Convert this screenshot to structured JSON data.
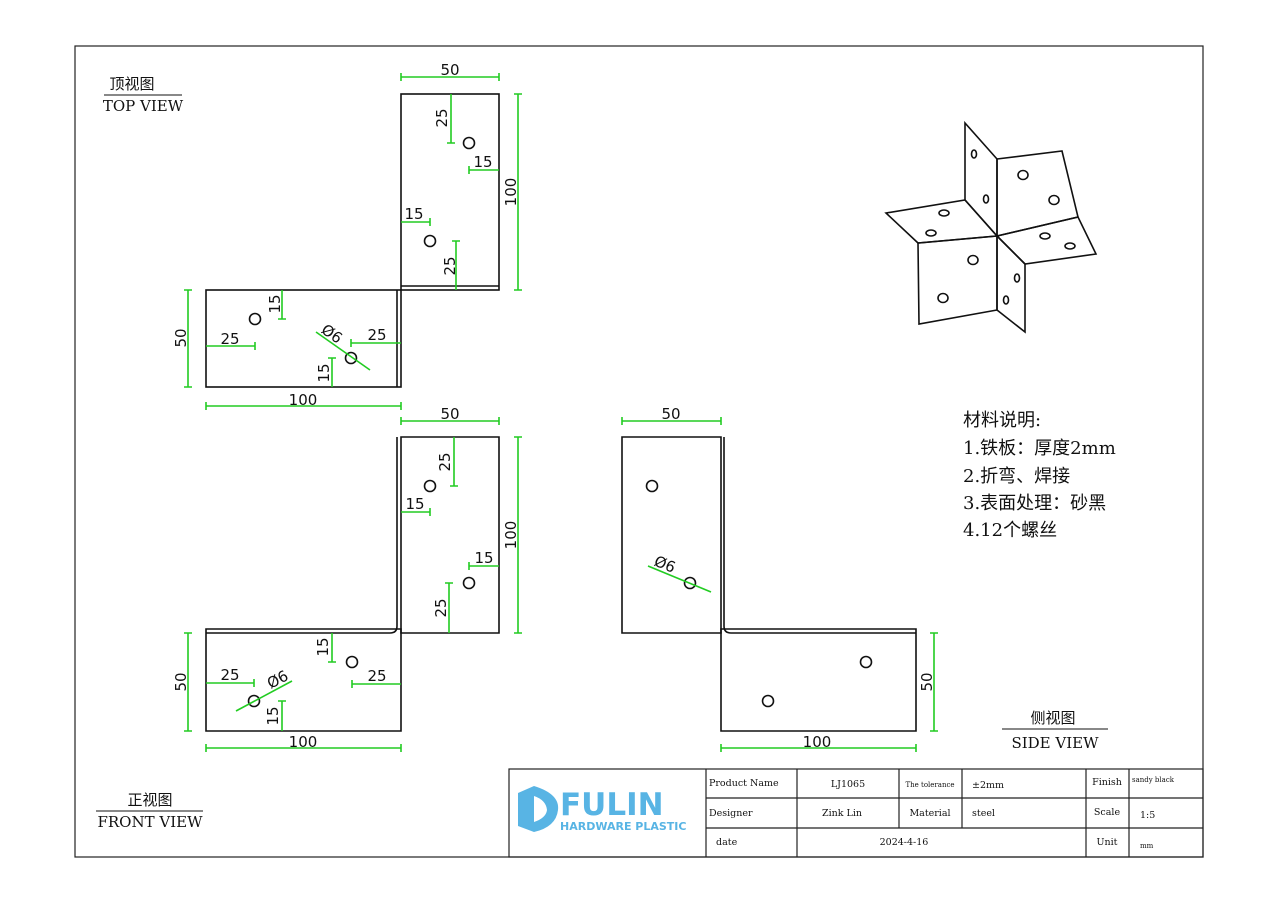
{
  "views": {
    "top": {
      "cn": "顶视图",
      "en": "TOP VIEW"
    },
    "front": {
      "cn": "正视图",
      "en": "FRONT VIEW"
    },
    "side": {
      "cn": "侧视图",
      "en": "SIDE VIEW"
    }
  },
  "dims": {
    "d50": "50",
    "d100": "100",
    "d25": "25",
    "d15": "15",
    "dia6": "Ø6"
  },
  "notes": {
    "title": "材料说明:",
    "items": [
      "1.铁板：厚度2mm",
      "2.折弯、焊接",
      "3.表面处理：砂黑",
      "4.12个螺丝"
    ]
  },
  "title_block": {
    "logo_main": "FULIN",
    "logo_sub": "HARDWARE PLASTIC",
    "product_name_label": "Product Name",
    "product_name": "LJ1065",
    "tolerance_label": "The tolerance",
    "tolerance": "±2mm",
    "finish_label": "Finish",
    "finish": "sandy black",
    "designer_label": "Designer",
    "designer": "Zink Lin",
    "material_label": "Material",
    "material": "steel",
    "scale_label": "Scale",
    "scale": "1:5",
    "date_label": "date",
    "date": "2024-4-16",
    "unit_label": "Unit",
    "unit": "mm"
  },
  "colors": {
    "dimension": "#22cc22",
    "logo": "#58b4e4",
    "line": "#111111"
  }
}
